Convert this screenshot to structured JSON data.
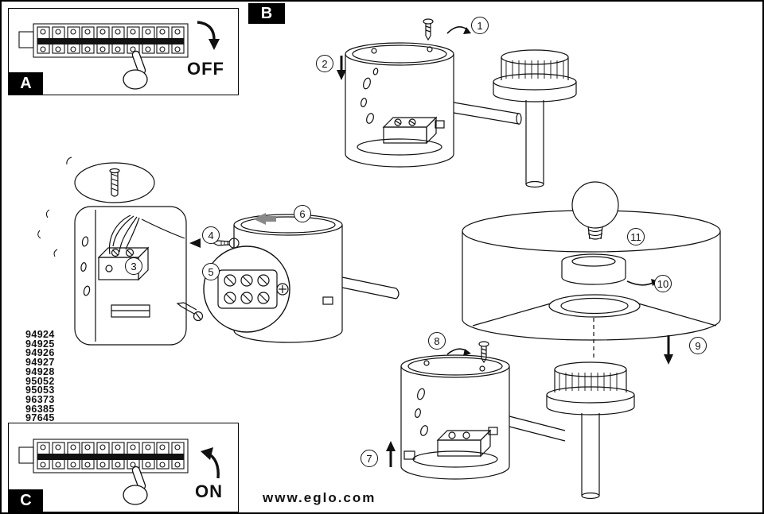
{
  "sheet": {
    "website": "www.eglo.com"
  },
  "panels": {
    "a": {
      "label": "A",
      "switch_state": "OFF"
    },
    "b": {
      "label": "B"
    },
    "c": {
      "label": "C",
      "switch_state": "ON"
    }
  },
  "steps": {
    "1": "1",
    "2": "2",
    "3": "3",
    "4": "4",
    "5": "5",
    "6": "6",
    "7": "7",
    "8": "8",
    "9": "9",
    "10": "10",
    "11": "11"
  },
  "model_numbers": [
    "94924",
    "94925",
    "94926",
    "94927",
    "94928",
    "95052",
    "95053",
    "96373",
    "96385",
    "97645"
  ],
  "icons": {
    "pointing-hand": "hand with index finger pressing breaker switch",
    "rotate-arrow": "curved rotation arrow",
    "direction-arrow": "solid triangular direction arrow"
  },
  "colors": {
    "ink": "#111111",
    "paper": "#ffffff"
  }
}
